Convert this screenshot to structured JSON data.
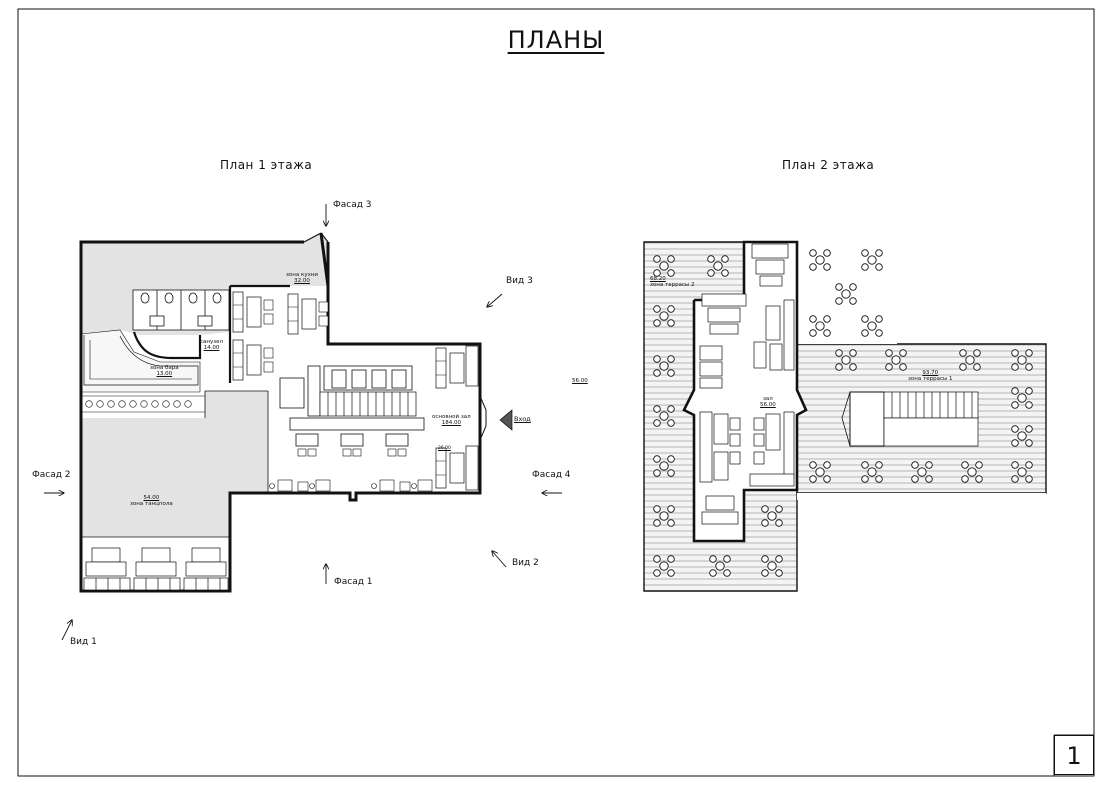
{
  "sheet": {
    "title": "ПЛАНЫ",
    "page_number": "1"
  },
  "plan1": {
    "title": "План 1 этажа",
    "labels": {
      "facade3": "Фасад 3",
      "facade2": "Фасад 2",
      "facade4": "Фасад 4",
      "facade1": "Фасад 1",
      "view1": "Вид 1",
      "view2": "Вид 2",
      "view3": "Вид 3",
      "entrance": "Вход",
      "floating_area": "56.00"
    },
    "rooms": {
      "kitchen": {
        "name": "зона кухни",
        "area": "32.00"
      },
      "wc": {
        "name": "санузел",
        "area": "14.00"
      },
      "bar": {
        "name": "зона бара",
        "area": "13.00"
      },
      "main_hall": {
        "name": "основной зал",
        "area": "184.00"
      },
      "dance": {
        "name": "зона танцпола",
        "area": "54.00"
      },
      "small_room": {
        "area": "26.00"
      }
    }
  },
  "plan2": {
    "title": "План 2 этажа",
    "rooms": {
      "terrace2": {
        "name": "зона террасы 2",
        "area": "68.20"
      },
      "hall": {
        "name": "зал",
        "area": "56.00"
      },
      "terrace1": {
        "name": "зона террасы 1",
        "area": "93.70"
      }
    }
  },
  "colors": {
    "line": "#111111",
    "fill_gray": "#e3e3e3",
    "hatch": "#9a9a9a"
  },
  "icons": [
    "section-arrow-icon",
    "entrance-triangle-icon",
    "table-set-icon",
    "staircase-icon"
  ]
}
